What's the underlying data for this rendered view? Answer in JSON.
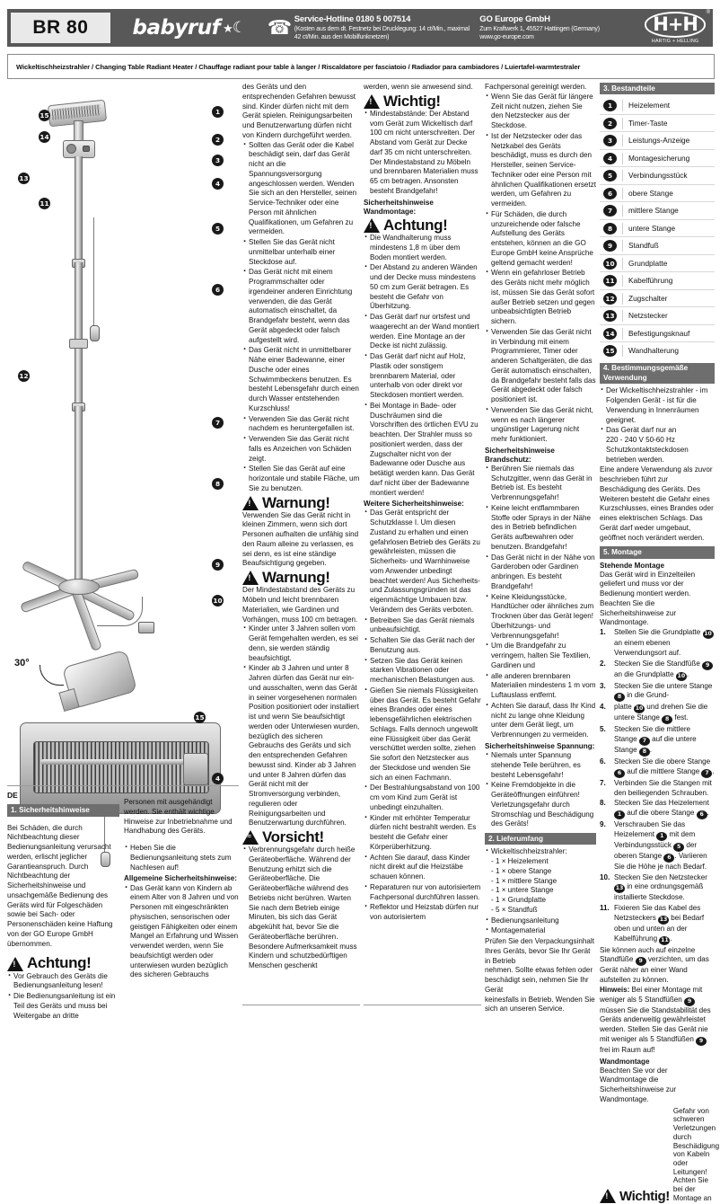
{
  "header": {
    "model": "BR 80",
    "brand": "babyruf",
    "service_title": "Service-Hotline 0180 5 007514",
    "service_note": "(Kosten aus dem dt. Festnetz bei Drucklegung: 14 ct/Min., maximal 42 ct/Min. aus den Mobilfunknetzen)",
    "company_name": "GO Europe GmbH",
    "company_address": "Zum Kraftwerk 1, 45527 Hattingen (Germany)",
    "company_web": "www.go-europe.com",
    "logo_text": "H+H",
    "logo_sub": "HARTIG + HELLING",
    "logo_reg": "®",
    "phone_icon": "phone-icon"
  },
  "subtitle": "Wickeltischheizstrahler / Changing Table Radiant Heater / Chauffage radiant pour table à langer / Riscaldatore per fasciatoio / Radiador para cambiadores / Luiertafel-warmtestraler",
  "figure": {
    "callouts": [
      "1",
      "2",
      "3",
      "4",
      "5",
      "6",
      "7",
      "8",
      "9",
      "10",
      "11",
      "12",
      "13",
      "14",
      "15"
    ],
    "angle_label": "30°"
  },
  "col1": {
    "p1": "des Geräts und den entsprechenden Gefahren bewusst sind. Kinder dürfen nicht mit dem Gerät spielen. Reinigungsarbeiten und Benutzerwartung dürfen nicht von Kindern durchgeführt werden.",
    "b1": "Sollten das Gerät oder die Kabel beschädigt sein, darf das Gerät nicht an die Spannungsversorgung angeschlossen werden. Wenden Sie sich an den Hersteller, seinen Service-Techniker oder eine Person mit ähnlichen Qualifikationen, um Gefahren zu vermeiden.",
    "b2": "Stellen Sie das Gerät nicht unmittelbar unterhalb einer Steckdose auf.",
    "b3": "Das Gerät nicht mit einem Programmschalter oder irgendeiner anderen Einrichtung verwenden, die das Gerät automatisch einschaltet, da Brandgefahr besteht, wenn das Gerät abgedeckt oder falsch aufgestellt wird.",
    "b4": "Das Gerät nicht in unmittelbarer Nähe einer Badewanne, einer Dusche oder eines Schwimmbeckens benutzen. Es besteht Lebensgefahr durch einen durch Wasser entstehenden Kurzschluss!",
    "b5": "Verwenden Sie das Gerät nicht nachdem es heruntergefallen ist.",
    "b6": "Verwenden Sie das Gerät nicht falls es Anzeichen von Schäden zeigt.",
    "b7": "Stellen Sie das Gerät auf eine horizontale und stabile Fläche, um Sie zu benutzen.",
    "warn1_title": "Warnung!",
    "warn1_text": "Verwenden Sie das Gerät nicht in kleinen Zimmern, wenn sich dort Personen aufhalten die unfähig sind den Raum alleine zu verlassen, es sei denn, es ist eine ständige Beaufsichtigung gegeben.",
    "warn2_title": "Warnung!",
    "warn2_text": "Der Mindestabstand des Geräts zu Möbeln und leicht brennbaren Materialien, wie Gardinen und Vorhängen, muss 100 cm betragen.",
    "b8": "Kinder unter 3 Jahren sollen vom Gerät ferngehalten werden, es sei denn, sie werden ständig beaufsichtigt.",
    "b9": "Kinder ab 3 Jahren und unter 8 Jahren dürfen das Gerät nur ein- und ausschalten, wenn das Gerät in seiner vorgesehenen normalen Position positioniert oder installiert ist und wenn Sie beaufsichtigt werden oder Unterwiesen wurden, bezüglich des sicheren Gebrauchs des Geräts und sich den entsprechenden Gefahren bewusst sind. Kinder ab 3 Jahren und unter 8 Jahren dürfen das Gerät nicht mit der Stromversorgung verbinden, regulieren oder Reinigungsarbeiten und Benutzerwartung durchführen.",
    "warn3_title": "Vorsicht!",
    "b10": "Verbrennungsgefahr durch heiße Geräteoberfläche. Während der Benutzung erhitzt sich die Geräteoberfläche. Die Geräteoberfläche während des Betriebs nicht berühren. Warten Sie nach dem Betrieb einige Minuten, bis sich das Gerät abgekühlt hat, bevor Sie die Geräteoberfläche berühren. Besondere Aufmerksamkeit muss Kindern und schutzbedürftigen Menschen geschenkt"
  },
  "col2": {
    "p1": "werden, wenn sie anwesend sind.",
    "warn1_title": "Wichtig!",
    "b1": "Mindestabstände: Der Abstand vom Gerät zum Wickeltisch darf 100 cm nicht unterschreiten. Der Abstand vom Gerät zur Decke darf 35 cm nicht unterschreiten. Der Mindestabstand zu Möbeln und brennbaren Materialien muss 65 cm betragen. Ansonsten besteht Brandgefahr!",
    "sub1": "Sicherheitshinweise Wandmontage:",
    "warn2_title": "Achtung!",
    "b2": "Die Wandhalterung muss mindestens 1,8 m über dem Boden montiert werden.",
    "b3": "Der Abstand zu anderen Wänden und der Decke muss mindestens 50 cm zum Gerät betragen. Es besteht die Gefahr von Überhitzung.",
    "b4": "Das Gerät darf nur ortsfest und waagerecht an der Wand montiert werden. Eine Montage an der Decke ist nicht zulässig.",
    "b5": "Das Gerät darf nicht auf Holz, Plastik oder sonstigem brennbarem Material, oder unterhalb von oder direkt vor Steckdosen montiert werden.",
    "b6": "Bei Montage in Bade- oder Duschräumen sind die Vorschriften des örtlichen EVU zu beachten. Der Strahler muss so positioniert werden, dass der Zugschalter nicht von der Badewanne oder Dusche aus betätigt werden kann. Das Gerät darf nicht über der Badewanne montiert werden!",
    "sub2": "Weitere Sicherheitshinweise:",
    "b7": "Das Gerät entspricht der Schutzklasse I. Um diesen Zustand zu erhalten und einen gefahrlosen Betrieb des Geräts zu gewährleisten, müssen die Sicherheits- und Warnhinweise vom Anwender unbedingt beachtet werden! Aus Sicherheits- und Zulassungsgründen ist das eigenmächtige Umbauen bzw. Verändern des Geräts verboten.",
    "b8": "Betreiben Sie das Gerät niemals unbeaufsichtigt.",
    "b9": "Schalten Sie das Gerät nach der Benutzung aus.",
    "b10": "Setzen Sie das Gerät keinen starken Vibrationen oder mechanischen Belastungen aus.",
    "b11": "Gießen Sie niemals Flüssigkeiten über das Gerät. Es besteht Gefahr eines Brandes oder eines lebensgefährlichen elektrischen Schlags. Falls dennoch ungewollt eine Flüssigkeit über das Gerät verschüttet werden sollte, ziehen Sie sofort den Netzstecker aus der Steckdose und wenden Sie sich an einen Fachmann.",
    "b12": "Der Bestrahlungsabstand von 100 cm vom Kind zum Gerät ist unbedingt einzuhalten.",
    "b13": "Kinder mit erhöhter Temperatur dürfen nicht bestrahlt werden. Es besteht die Gefahr einer Körperüberhitzung.",
    "b14": "Achten Sie darauf, dass Kinder nicht direkt auf die Heizstäbe schauen können.",
    "b15": "Reparaturen nur von autorisiertem Fachpersonal durchführen lassen.",
    "b16": "Reflektor und Heizstab dürfen nur von autorisiertem"
  },
  "col3": {
    "p1": "Fachpersonal gereinigt werden.",
    "b1": "Wenn Sie das Gerät für längere Zeit nicht nutzen, ziehen Sie den Netzstecker aus der Steckdose.",
    "b2": "Ist der Netzstecker oder das Netzkabel des Geräts beschädigt, muss es durch den Hersteller, seinen Service-Techniker oder eine Person mit ähnlichen Qualifikationen ersetzt werden, um Gefahren zu vermeiden.",
    "b3": "Für Schäden, die durch unzureichende oder falsche Aufstellung des Geräts entstehen, können an die GO Europe GmbH keine Ansprüche geltend gemacht werden!",
    "b4": "Wenn ein gefahrloser Betrieb des Geräts nicht mehr möglich ist, müssen Sie das Gerät sofort außer Betrieb setzen und gegen unbeabsichtigten Betrieb sichern.",
    "b5": "Verwenden Sie das Gerät nicht in Verbindung mit einem Programmierer, Timer oder anderen Schaltgeräten, die das Gerät automatisch einschalten, da Brandgefahr besteht falls das Gerät abgedeckt oder falsch positioniert ist.",
    "b6": "Verwenden Sie das Gerät nicht, wenn es nach längerer ungünstiger Lagerung nicht mehr funktioniert.",
    "sub1": "Sicherheitshinweise Brandschutz:",
    "b7": "Berühren Sie niemals das Schutzgitter, wenn das Gerät in Betrieb ist. Es besteht Verbrennungsgefahr!",
    "b8": "Keine leicht entflammbaren Stoffe oder Sprays in der Nähe des in Betrieb befindlichen Geräts aufbewahren oder benutzen. Brandgefahr!",
    "b9": "Das Gerät nicht in der Nähe von Garderoben oder Gardinen anbringen. Es besteht Brandgefahr!",
    "b10": "Keine Kleidungsstücke, Handtücher oder ähnliches zum Trocknen über das Gerät legen! Überhitzungs- und Verbrennungsgefahr!",
    "b11": "Um die Brandgefahr zu verringern, halten Sie Textilien, Gardinen und",
    "b12": "alle anderen brennbaren Materialien mindestens 1 m vom Luftauslass entfernt.",
    "b13": "Achten Sie darauf, dass Ihr Kind nicht zu lange ohne Kleidung unter dem Gerät liegt, um Verbrennungen zu vermeiden.",
    "sub2": "Sicherheitshinweise Spannung:",
    "b14": "Niemals unter Spannung stehende Teile berühren, es besteht Lebensgefahr!",
    "b15": "Keine Fremdobjekte in die Geräteöffnungen einführen! Verletzungsgefahr durch Stromschlag und Beschädigung des Geräts!",
    "section2_title": "2. Lieferumfang",
    "s2_head": "Wickeltischheizstrahler:",
    "s2_items": [
      "- 1 × Heizelement",
      "- 1 × obere Stange",
      "- 1 × mittlere Stange",
      "- 1 × untere Stange",
      "- 1 × Grundplatte",
      "- 5 × Standfuß"
    ],
    "s2_extra1": "Bedienungsanleitung",
    "s2_extra2": "Montagematerial",
    "s2_tail": "Prüfen Sie den Verpackungsinhalt Ihres Geräts, bevor Sie Ihr Gerät in Betrieb",
    "s2_tail2": "nehmen. Sollte etwas fehlen oder beschädigt sein, nehmen Sie Ihr Gerät",
    "s2_tail3": "keinesfalls in Betrieb. Wenden Sie sich an unseren Service."
  },
  "col4": {
    "section3_title": "3. Bestandteile",
    "parts": [
      {
        "n": "1",
        "label": "Heizelement"
      },
      {
        "n": "2",
        "label": "Timer-Taste"
      },
      {
        "n": "3",
        "label": "Leistungs-Anzeige"
      },
      {
        "n": "4",
        "label": "Montagesicherung"
      },
      {
        "n": "5",
        "label": "Verbindungsstück"
      },
      {
        "n": "6",
        "label": "obere Stange"
      },
      {
        "n": "7",
        "label": "mittlere Stange"
      },
      {
        "n": "8",
        "label": "untere Stange"
      },
      {
        "n": "9",
        "label": "Standfuß"
      },
      {
        "n": "10",
        "label": "Grundplatte"
      },
      {
        "n": "11",
        "label": "Kabelführung"
      },
      {
        "n": "12",
        "label": "Zugschalter"
      },
      {
        "n": "13",
        "label": "Netzstecker"
      },
      {
        "n": "14",
        "label": "Befestigungsknauf"
      },
      {
        "n": "15",
        "label": "Wandhalterung"
      }
    ],
    "section4_title": "4. Bestimmungsgemäße Verwendung",
    "s4_b1": "Der Wickeltischheizstrahler - im Folgenden Gerät - ist für die Verwendung in Innenräumen geeignet.",
    "s4_b2a": "Das Gerät darf nur an",
    "s4_b2b": "220 - 240 V 50-60 Hz",
    "s4_b2c": "Schutzkontaktsteckdosen betrieben werden.",
    "s4_p1": "Eine andere Verwendung als zuvor beschrieben führt zur Beschädigung des Geräts. Des Weiteren besteht die Gefahr eines Kurzschlusses, eines Brandes oder eines elektrischen Schlags. Das Gerät darf weder umgebaut, geöffnet noch verändert werden.",
    "section5_title": "5. Montage",
    "s5_head": "Stehende Montage",
    "s5_p1": "Das Gerät wird in Einzelteilen geliefert und muss vor der Bedienung montiert werden. Beachten Sie die Sicherheitshinweise zur Wandmontage.",
    "steps": [
      {
        "n": "1.",
        "text": "Stellen Sie die Grundplatte @10 an einem ebenen Verwendungsort auf."
      },
      {
        "n": "2.",
        "text": "Stecken Sie die Standfüße @9 an die Grundplatte @10."
      },
      {
        "n": "3.",
        "text": "Stecken Sie die untere Stange @8 in die Grund-"
      },
      {
        "n": "4.",
        "text": "platte @10 und drehen Sie die untere Stange @8 fest."
      },
      {
        "n": "5.",
        "text": "Stecken Sie die mittlere Stange @7 auf die untere Stange @8."
      },
      {
        "n": "6.",
        "text": "Stecken Sie die obere Stange @6 auf die mittlere Stange @7."
      },
      {
        "n": "7.",
        "text": "Verbinden Sie die Stangen mit den beiliegenden Schrauben."
      },
      {
        "n": "8.",
        "text": "Stecken Sie das Heizelement @1 auf die obere Stange @6."
      },
      {
        "n": "9.",
        "text": "Verschrauben Sie das Heizelement @1 mit dem Verbindungsstück @5 der oberen Stange @6. Variieren Sie die Höhe je nach Bedarf."
      },
      {
        "n": "10.",
        "text": "Stecken Sie den Netzstecker @13 in eine ordnungsgemäß installierte Steckdose."
      },
      {
        "n": "11.",
        "text": "Fixieren Sie das Kabel des Netzsteckers @13 bei Bedarf oben und unten an der Kabelführung @11."
      }
    ],
    "s5_p2": "Sie können auch auf einzelne Standfüße @9 verzichten, um das Gerät näher an einer Wand aufstellen zu können.",
    "s5_hint_label": "Hinweis:",
    "s5_hint": " Bei einer Montage mit weniger als 5 Standfüßen @9 müssen Sie die Standstabilität des Geräts anderweitig gewährleistet werden. Stellen Sie das Gerät nie mit weniger als 5 Standfüßen @9 frei im Raum auf!",
    "s5_head2": "Wandmontage",
    "s5_p3": "Beachten Sie vor der Wandmontage die Sicherheitshinweise zur Wandmontage.",
    "warn_title": "Wichtig!",
    "warn_tail": " Gefahr von schweren Verletzungen durch Beschädigung von Kabeln oder Leitungen! Achten Sie bei der Montage an"
  },
  "bottom_left": {
    "lang": "DE",
    "section1_title": "1. Sicherheitshinweise",
    "p1": "Bei Schäden, die durch Nichtbeachtung dieser Bedienungsanleitung verursacht werden, erlischt jeglicher Garantieanspruch. Durch Nichtbeachtung der Sicherheitshinweise und unsachgemäße Bedienung des Geräts wird für Folgeschäden sowie bei Sach- oder Personenschäden keine Haftung von der GO Europe GmbH übernommen.",
    "warn_title": "Achtung!",
    "w_b1": "Vor Gebrauch des Geräts die Bedienungsanleitung lesen!",
    "w_b2": "Die Bedienungsanleitung ist ein Teil des Geräts und muss bei Weitergabe an dritte"
  },
  "bottom_left2": {
    "p1": "Personen mit ausgehändigt werden. Sie enthält wichtige Hinweise zur Inbetriebnahme und Handhabung des Geräts.",
    "b1": "Heben Sie die Bedienungsanleitung stets zum Nachlesen auf!",
    "sub1": "Allgemeine Sicherheitshinweise:",
    "b2": "Das Gerät kann von Kindern ab einem Alter von 8 Jahren und von Personen mit eingeschränkten physischen, sensorischen oder geistigen Fähigkeiten oder einem Mangel an Erfahrung und Wissen verwendet werden, wenn Sie beaufsichtigt werden oder unterwiesen wurden bezüglich des sicheren Gebrauchs"
  }
}
